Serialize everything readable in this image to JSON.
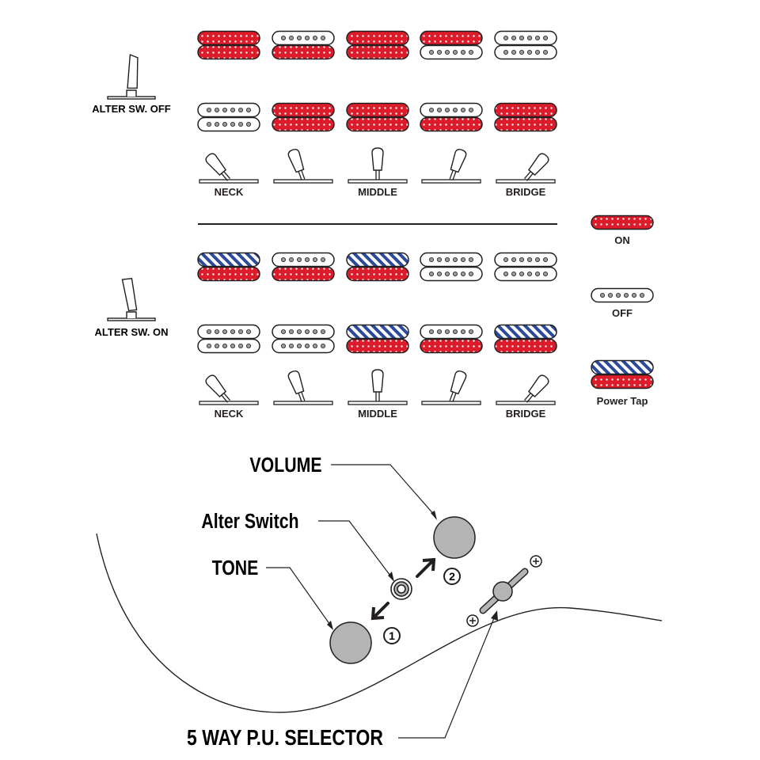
{
  "sections": [
    {
      "label": "ALTER SW. OFF",
      "positions": [
        "NECK",
        "",
        "MIDDLE",
        "",
        "BRIDGE"
      ],
      "rows": [
        [
          [
            "on",
            "on"
          ],
          [
            "off",
            "on"
          ],
          [
            "on",
            "on"
          ],
          [
            "on",
            "off"
          ],
          [
            "off",
            "off"
          ]
        ],
        [
          [
            "off",
            "off"
          ],
          [
            "on",
            "on"
          ],
          [
            "on",
            "on"
          ],
          [
            "off",
            "on"
          ],
          [
            "on",
            "on"
          ]
        ]
      ]
    },
    {
      "label": "ALTER SW. ON",
      "positions": [
        "NECK",
        "",
        "MIDDLE",
        "",
        "BRIDGE"
      ],
      "rows": [
        [
          [
            "tap",
            "on"
          ],
          [
            "off",
            "on"
          ],
          [
            "tap",
            "on"
          ],
          [
            "off",
            "off"
          ],
          [
            "off",
            "off"
          ]
        ],
        [
          [
            "off",
            "off"
          ],
          [
            "off",
            "off"
          ],
          [
            "tap",
            "on"
          ],
          [
            "off",
            "on"
          ],
          [
            "tap",
            "on"
          ]
        ]
      ]
    }
  ],
  "legend": [
    {
      "state": "on",
      "label": "ON"
    },
    {
      "state": "off",
      "label": "OFF"
    },
    {
      "state": "tap",
      "label": "Power Tap"
    }
  ],
  "controls": {
    "volume": "VOLUME",
    "alter_switch": "Alter Switch",
    "tone": "TONE",
    "selector": "5 WAY P.U. SELECTOR",
    "marker_1": "1",
    "marker_2": "2"
  },
  "colors": {
    "on": "#dd1c2b",
    "tap": "#2c4a9c",
    "knob": "#b4b4b4",
    "ink": "#231f20"
  }
}
